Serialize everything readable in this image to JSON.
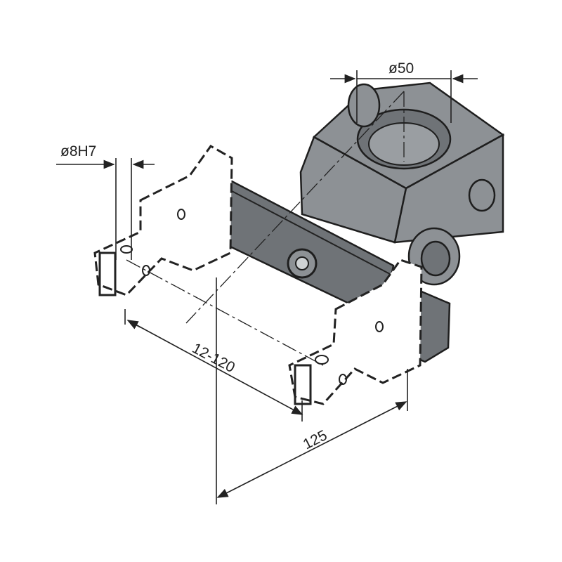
{
  "drawing": {
    "dimensions": {
      "bore_diameter": "ø50",
      "pin_diameter": "ø8H7",
      "jaw_range": "12-120",
      "width": "125"
    },
    "colors": {
      "body": "#8d9195",
      "bar": "#6f7377",
      "line": "#222222"
    }
  }
}
